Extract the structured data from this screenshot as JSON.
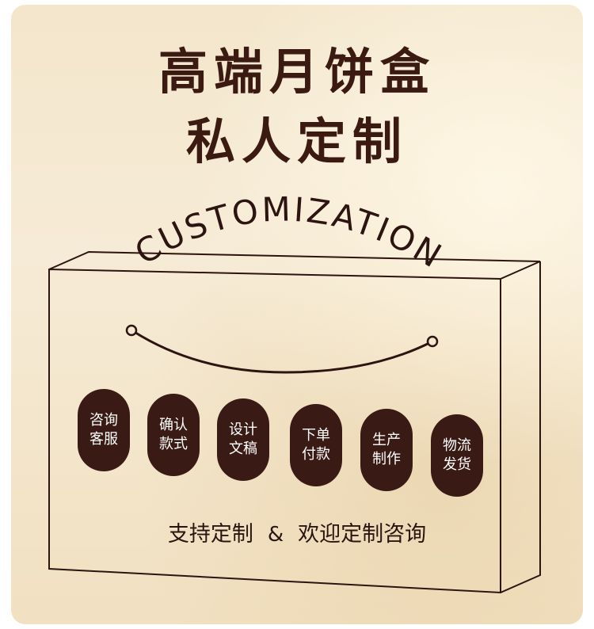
{
  "title": {
    "line1": "高端月饼盒",
    "line2": "私人定制"
  },
  "arc_text": "CUSTOMIZATION",
  "steps": [
    {
      "line1": "咨询",
      "line2": "客服"
    },
    {
      "line1": "确认",
      "line2": "款式"
    },
    {
      "line1": "设计",
      "line2": "文稿"
    },
    {
      "line1": "下单",
      "line2": "付款"
    },
    {
      "line1": "生产",
      "line2": "制作"
    },
    {
      "line1": "物流",
      "line2": "发货"
    }
  ],
  "tagline": {
    "left": "支持定制",
    "amp": "&",
    "right": "欢迎定制咨询"
  },
  "colors": {
    "background": "#f3e6cc",
    "ink": "#3b1a12",
    "pill": "#3a1a14"
  }
}
